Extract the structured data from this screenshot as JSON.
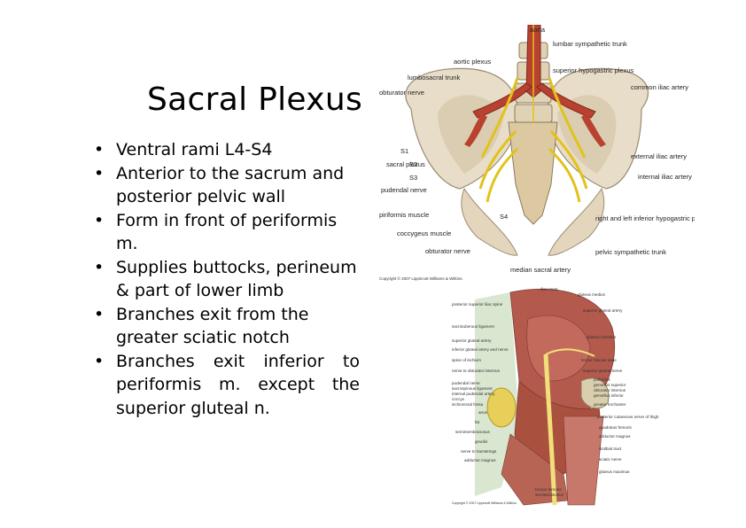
{
  "slide": {
    "title": "Sacral Plexus",
    "bullets": [
      "Ventral rami L4-S4",
      "Anterior to the sacrum and posterior pelvic wall",
      "Form in front of periformis m.",
      "Supplies buttocks, perineum & part of lower limb",
      "Branches exit from the greater sciatic notch",
      "Branches exit inferior to periformis m. except the superior gluteal n."
    ]
  },
  "figure_pelvis": {
    "labels": {
      "aorta": "aorta",
      "lumbar_sympathetic_trunk": "lumbar sympathetic trunk",
      "aortic_plexus": "aortic plexus",
      "superior_hypogastric_plexus": "superior hypogastric plexus",
      "lumbosacral_trunk": "lumbosacral trunk",
      "obturator_nerve_top": "obturator nerve",
      "common_iliac_artery": "common iliac artery",
      "s1": "S1",
      "s2": "S2",
      "s3": "S3",
      "sacral_plexus": "sacral plexus",
      "external_iliac_artery": "external iliac artery",
      "internal_iliac_artery": "internal iliac artery",
      "pudendal_nerve": "pudendal nerve",
      "piriformis_muscle": "piriformis muscle",
      "s4": "S4",
      "inferior_hypogastric_plexuses": "right and left inferior hypogastric plexuses",
      "coccygeus_muscle": "coccygeus muscle",
      "pelvic_sympathetic_trunk": "pelvic sympathetic trunk",
      "obturator_nerve_bottom": "obturator nerve",
      "median_sacral_artery": "median sacral artery"
    },
    "copyright": "Copyright © 2007 Lippincott Williams & Wilkins."
  },
  "figure_gluteal": {
    "labels_left": [
      "posterior superior iliac spine",
      "sacrotuberous ligament",
      "superior gluteal artery",
      "inferior gluteal artery and nerve",
      "spine of ischium",
      "nerve to obturator internus",
      "pudendal nerve",
      "sacrospinous ligament",
      "internal pudendal artery",
      "coccyx",
      "ischiorectal fossa",
      "anus",
      "fat",
      "semimembranosus",
      "gracilis",
      "nerve to hamstrings",
      "adductor magnus"
    ],
    "labels_right": [
      "iliac crest",
      "gluteus medius",
      "superior gluteal artery",
      "gluteus minimus",
      "tensor fasciae latae",
      "superior gluteal nerve",
      "piriformis",
      "gemellus superior",
      "obturator internus",
      "gemellus inferior",
      "greater trochanter",
      "posterior cutaneous nerve of thigh",
      "quadratus femoris",
      "adductor magnus",
      "iliotibial tract",
      "sciatic nerve",
      "gluteus maximus"
    ],
    "labels_bottom": [
      "biceps femoris",
      "semitendinosus"
    ],
    "copyright": "Copyright © 2007 Lippincott Williams & Wilkins."
  }
}
